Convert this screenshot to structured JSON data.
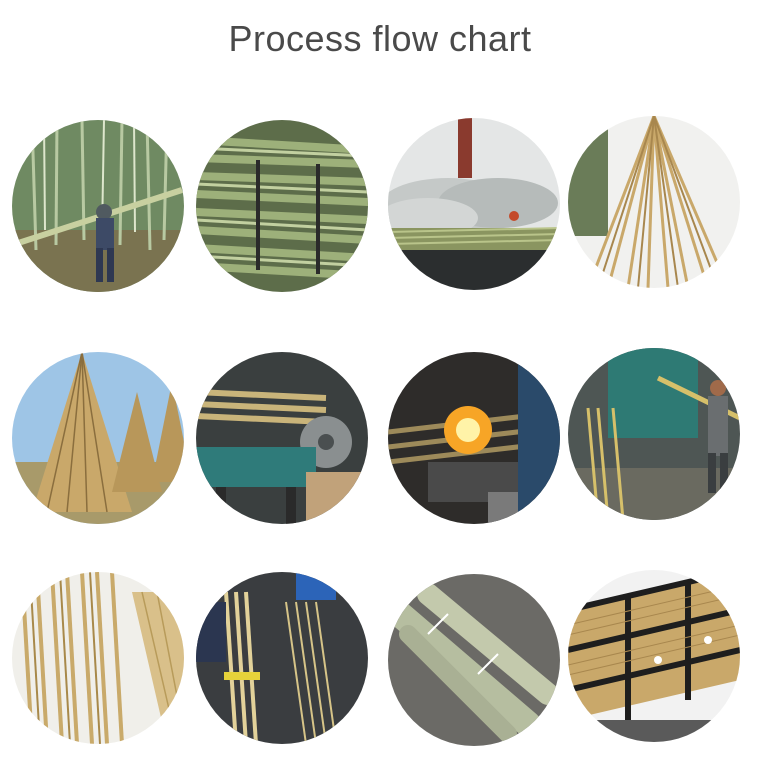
{
  "page": {
    "title": "Process flow chart"
  },
  "steps": [
    {
      "scene": "bamboo-forest-harvest"
    },
    {
      "scene": "stacked-bamboo-poles"
    },
    {
      "scene": "steam-treatment-chimney"
    },
    {
      "scene": "tall-bundle-drying"
    },
    {
      "scene": "teepee-drying-field"
    },
    {
      "scene": "cutting-machine"
    },
    {
      "scene": "flame-heat-straightening"
    },
    {
      "scene": "worker-machine-processing"
    },
    {
      "scene": "sorted-bamboo-bundles"
    },
    {
      "scene": "bundling-with-tape"
    },
    {
      "scene": "wrapped-packages"
    },
    {
      "scene": "finished-ceiling-installation"
    }
  ],
  "colors": {
    "title": "#4a4a4a",
    "bamboo_green": "#8aa86a",
    "bamboo_tan": "#c9a86a",
    "forest": "#4f6a44",
    "sky": "#cfe3f2"
  }
}
